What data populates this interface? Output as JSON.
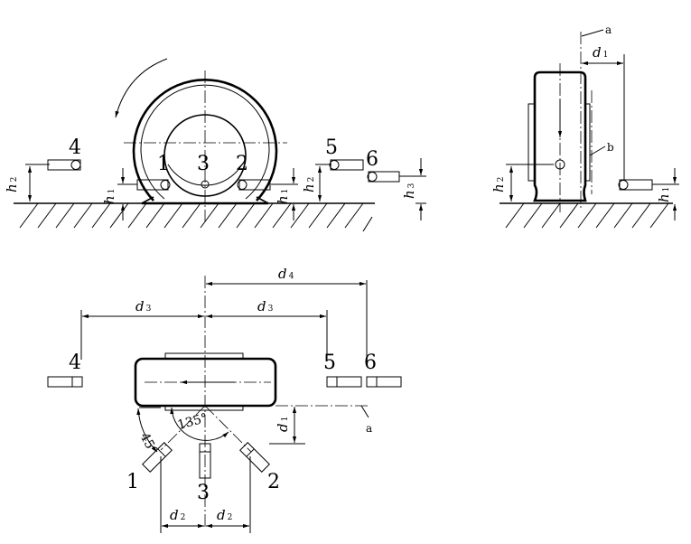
{
  "points": {
    "p1": "1",
    "p2": "2",
    "p3": "3",
    "p4": "4",
    "p5": "5",
    "p6": "6"
  },
  "dims": {
    "h": "h",
    "d": "d",
    "s1": "1",
    "s2": "2",
    "s3": "3",
    "s4": "4"
  },
  "labels": {
    "a": "a",
    "b": "b"
  },
  "angles": {
    "a45": "45°",
    "a135": "135°"
  }
}
